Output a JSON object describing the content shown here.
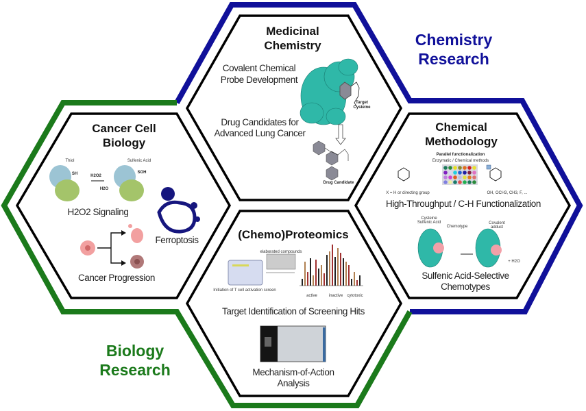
{
  "colors": {
    "chemistry": "#10109a",
    "biology": "#1b7a1b",
    "hex_border": "#000000",
    "protein_teal": "#2fb8a8",
    "ferroptosis": "#16167e"
  },
  "regions": {
    "chemistry": {
      "line1": "Chemistry",
      "line2": "Research"
    },
    "biology": {
      "line1": "Biology",
      "line2": "Research"
    }
  },
  "hexes": {
    "medicinal": {
      "title1": "Medicinal",
      "title2": "Chemistry",
      "item1": [
        "Covalent Chemical",
        "Probe Development"
      ],
      "item2": [
        "Drug Candidates for",
        "Advanced Lung Cancer"
      ],
      "target_label": [
        "Target",
        "Cysteine"
      ],
      "drug_label": "Drug Candidate"
    },
    "cancer": {
      "title1": "Cancer Cell",
      "title2": "Biology",
      "thiol": "Thiol",
      "sulfenic": "Sulfenic Acid",
      "sh": "SH",
      "soh": "SOH",
      "h2o2": "H2O2",
      "h2o": "H2O",
      "signaling": "H2O2 Signaling",
      "ferroptosis": "Ferroptosis",
      "progression": "Cancer Progression"
    },
    "proteomics": {
      "title": "(Chemo)Proteomics",
      "item1": "Target Identification of Screening Hits",
      "item2": [
        "Mechanism-of-Action",
        "Analysis"
      ],
      "graphic_labels": {
        "screen": "Initiation of T cell activation screen",
        "compounds": "elaborated compounds",
        "active": "active",
        "inactive": "inactive",
        "cytotoxic": "cytotoxic"
      }
    },
    "methodology": {
      "title1": "Chemical",
      "title2": "Methodology",
      "parallel": "Parallel functionalization",
      "methods": "Enzymatic / Chemical methods",
      "x_note": "X = H or directing group",
      "groups": "OH, OCH3, CH3, F, ...",
      "item1": "High-Throughput / C-H Functionalization",
      "cys_label": [
        "Cysteine",
        "Sulfenic Acid"
      ],
      "chemotype": "Chemotype",
      "adduct": [
        "Covalent",
        "adduct"
      ],
      "water": "+ H2O",
      "item2": [
        "Sulfenic Acid-Selective",
        "Chemotypes"
      ]
    }
  }
}
